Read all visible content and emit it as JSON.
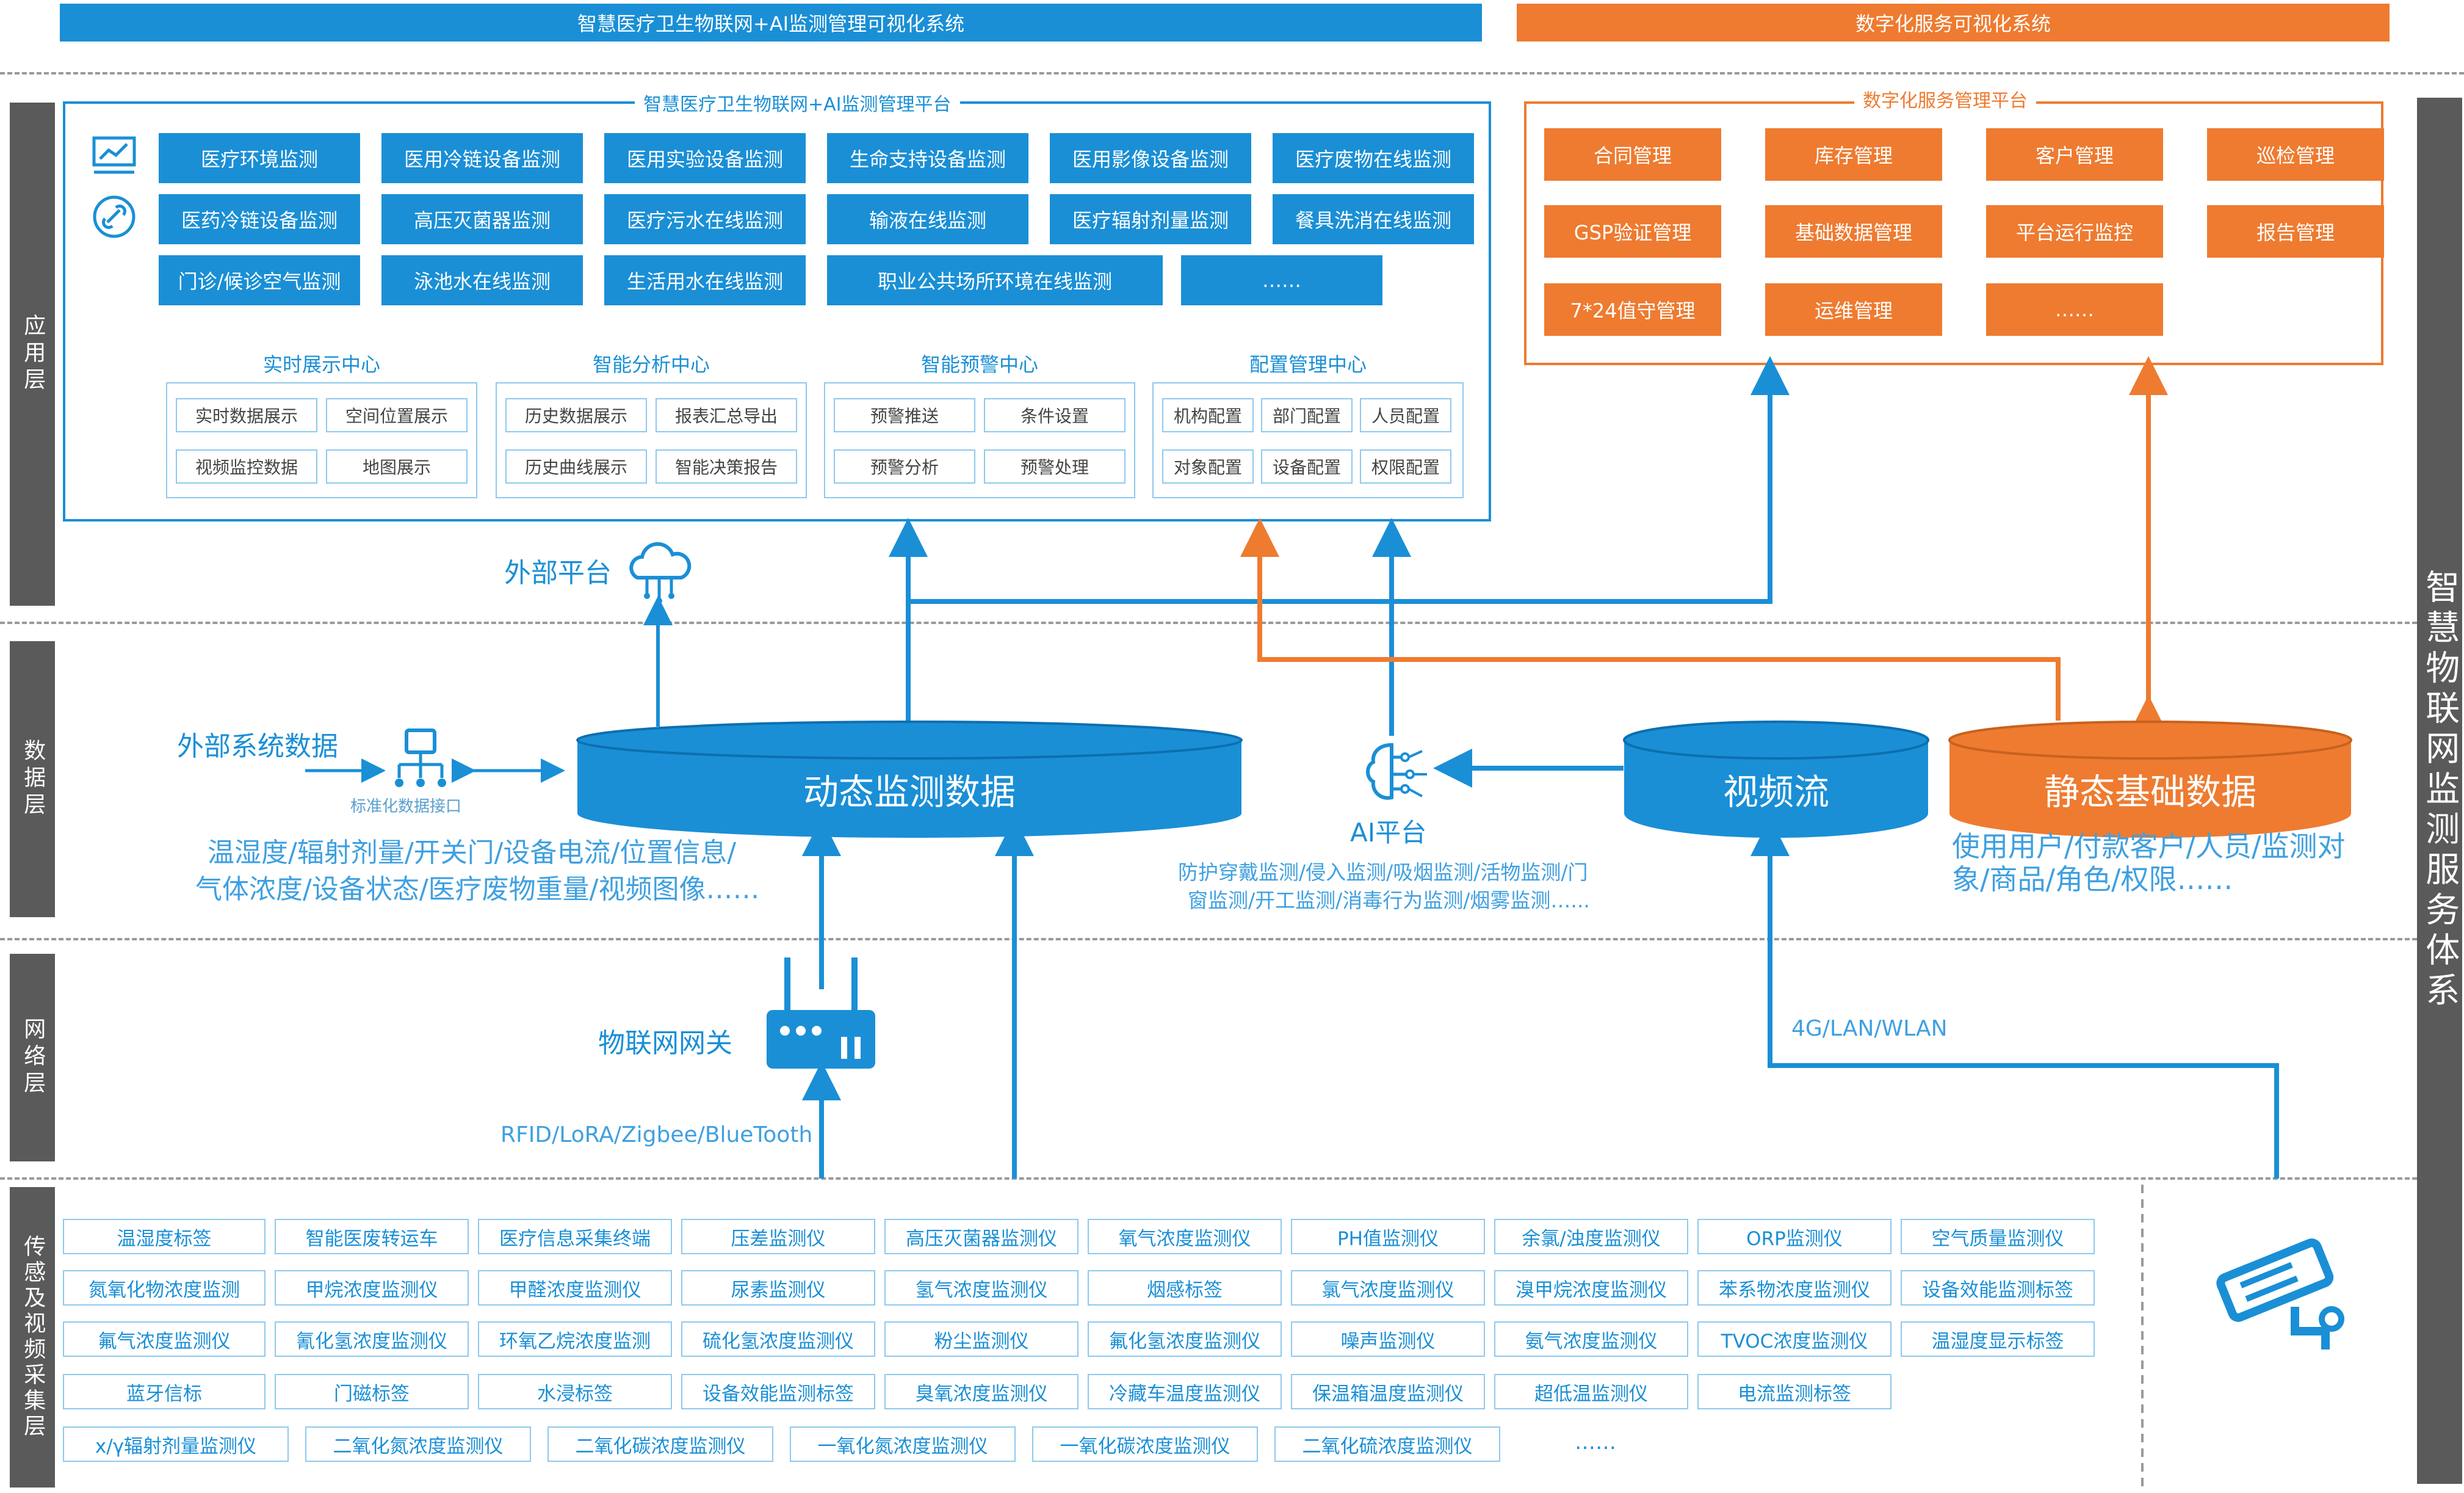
{
  "top": {
    "left_banner": "智慧医疗卫生物联网+AI监测管理可视化系统",
    "right_banner": "数字化服务可视化系统"
  },
  "layers": {
    "app": "应用层",
    "data": "数据层",
    "network": "网络层",
    "sensing": "传感及视频采集层",
    "right": "智慧物联网监测服务体系"
  },
  "platform": {
    "title": "智慧医疗卫生物联网+AI监测管理平台",
    "modules": [
      [
        "医疗环境监测",
        "医用冷链设备监测",
        "医用实验设备监测",
        "生命支持设备监测",
        "医用影像设备监测",
        "医疗废物在线监测"
      ],
      [
        "医药冷链设备监测",
        "高压灭菌器监测",
        "医疗污水在线监测",
        "输液在线监测",
        "医疗辐射剂量监测",
        "餐具洗消在线监测"
      ],
      [
        "门诊/候诊空气监测",
        "泳池水在线监测",
        "生活用水在线监测",
        "职业公共场所环境在线监测",
        "……"
      ]
    ],
    "centers": [
      {
        "title": "实时展示中心",
        "items": [
          "实时数据展示",
          "空间位置展示",
          "视频监控数据",
          "地图展示"
        ]
      },
      {
        "title": "智能分析中心",
        "items": [
          "历史数据展示",
          "报表汇总导出",
          "历史曲线展示",
          "智能决策报告"
        ]
      },
      {
        "title": "智能预警中心",
        "items": [
          "预警推送",
          "条件设置",
          "预警分析",
          "预警处理"
        ]
      },
      {
        "title": "配置管理中心",
        "items": [
          "机构配置",
          "部门配置",
          "人员配置",
          "对象配置",
          "设备配置",
          "权限配置"
        ]
      }
    ]
  },
  "service": {
    "title": "数字化服务管理平台",
    "items": [
      [
        "合同管理",
        "库存管理",
        "客户管理",
        "巡检管理"
      ],
      [
        "GSP验证管理",
        "基础数据管理",
        "平台运行监控",
        "报告管理"
      ],
      [
        "7*24值守管理",
        "运维管理",
        "……"
      ]
    ]
  },
  "data_layer": {
    "external_platform": "外部平台",
    "external_data": "外部系统数据",
    "std_interface": "标准化数据接口",
    "dynamic_db": "动态监测数据",
    "dynamic_desc": [
      "温湿度/辐射剂量/开关门/设备电流/位置信息/",
      "气体浓度/设备状态/医疗废物重量/视频图像……"
    ],
    "ai": "AI平台",
    "ai_desc": [
      "防护穿戴监测/侵入监测/吸烟监测/活物监测/门",
      "窗监测/开工监测/消毒行为监测/烟雾监测…..."
    ],
    "video_db": "视频流",
    "static_db": "静态基础数据",
    "static_desc": [
      "使用用户/付款客户/人员/监测对",
      "象/商品/角色/权限……"
    ]
  },
  "network_layer": {
    "gateway": "物联网网关",
    "protocols": "RFID/LoRA/Zigbee/BlueTooth",
    "video_net": "4G/LAN/WLAN"
  },
  "sensors": [
    [
      "温湿度标签",
      "智能医废转运车",
      "医疗信息采集终端",
      "压差监测仪",
      "高压灭菌器监测仪",
      "氧气浓度监测仪",
      "PH值监测仪",
      "余氯/浊度监测仪",
      "ORP监测仪",
      "空气质量监测仪"
    ],
    [
      "氮氧化物浓度监测",
      "甲烷浓度监测仪",
      "甲醛浓度监测仪",
      "尿素监测仪",
      "氢气浓度监测仪",
      "烟感标签",
      "氯气浓度监测仪",
      "溴甲烷浓度监测仪",
      "苯系物浓度监测仪",
      "设备效能监测标签"
    ],
    [
      "氟气浓度监测仪",
      "氰化氢浓度监测仪",
      "环氧乙烷浓度监测",
      "硫化氢浓度监测仪",
      "粉尘监测仪",
      "氟化氢浓度监测仪",
      "噪声监测仪",
      "氨气浓度监测仪",
      "TVOC浓度监测仪",
      "温湿度显示标签"
    ],
    [
      "蓝牙信标",
      "门磁标签",
      "水浸标签",
      "设备效能监测标签",
      "臭氧浓度监测仪",
      "冷藏车温度监测仪",
      "保温箱温度监测仪",
      "超低温监测仪",
      "电流监测标签"
    ],
    [
      "x/γ辐射剂量监测仪",
      "二氧化氮浓度监测仪",
      "二氧化碳浓度监测仪",
      "一氧化氮浓度监测仪",
      "一氧化碳浓度监测仪",
      "二氧化硫浓度监测仪",
      "……"
    ]
  ]
}
